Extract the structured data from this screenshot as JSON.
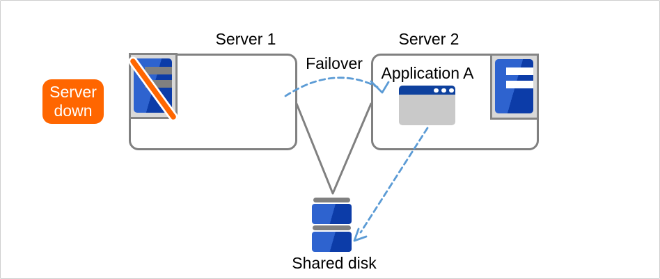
{
  "badge": {
    "label": "Server down",
    "color": "#ff6600",
    "text_color": "#ffffff"
  },
  "nodes": {
    "server1": {
      "label": "Server 1",
      "status": "down",
      "icon": "server-down-icon"
    },
    "server2": {
      "label": "Server 2",
      "status": "up",
      "icon": "server-icon"
    },
    "application": {
      "label": "Application A",
      "icon": "app-window-icon"
    },
    "shared_disk": {
      "label": "Shared disk",
      "icon": "shared-disk-icon"
    }
  },
  "edges": [
    {
      "from": "server1",
      "to": "server2",
      "label": "Failover",
      "style": "dashed-curved-arrow",
      "color": "#5b9bd5"
    },
    {
      "from": "application",
      "to": "shared_disk",
      "label": "",
      "style": "dashed-arrow",
      "color": "#5b9bd5"
    },
    {
      "from": "server1",
      "to": "shared_disk",
      "label": "",
      "style": "solid-line",
      "color": "#808080"
    },
    {
      "from": "server2",
      "to": "shared_disk",
      "label": "",
      "style": "solid-line",
      "color": "#808080"
    }
  ],
  "colors": {
    "canvas_border": "#cfcfcf",
    "box_border": "#808080",
    "connector_gray": "#808080",
    "dashed_arrow_blue": "#5b9bd5",
    "badge_orange": "#ff6600",
    "slash_orange": "#ff6600",
    "server_blue_light": "#2e63cf",
    "server_blue_dark": "#0c3ca8",
    "window_titlebar_blue": "#0e419e",
    "window_body_gray": "#c9c9c9",
    "icon_frame_gray": "#d9d9d9",
    "down_bar_gray": "#808080"
  }
}
